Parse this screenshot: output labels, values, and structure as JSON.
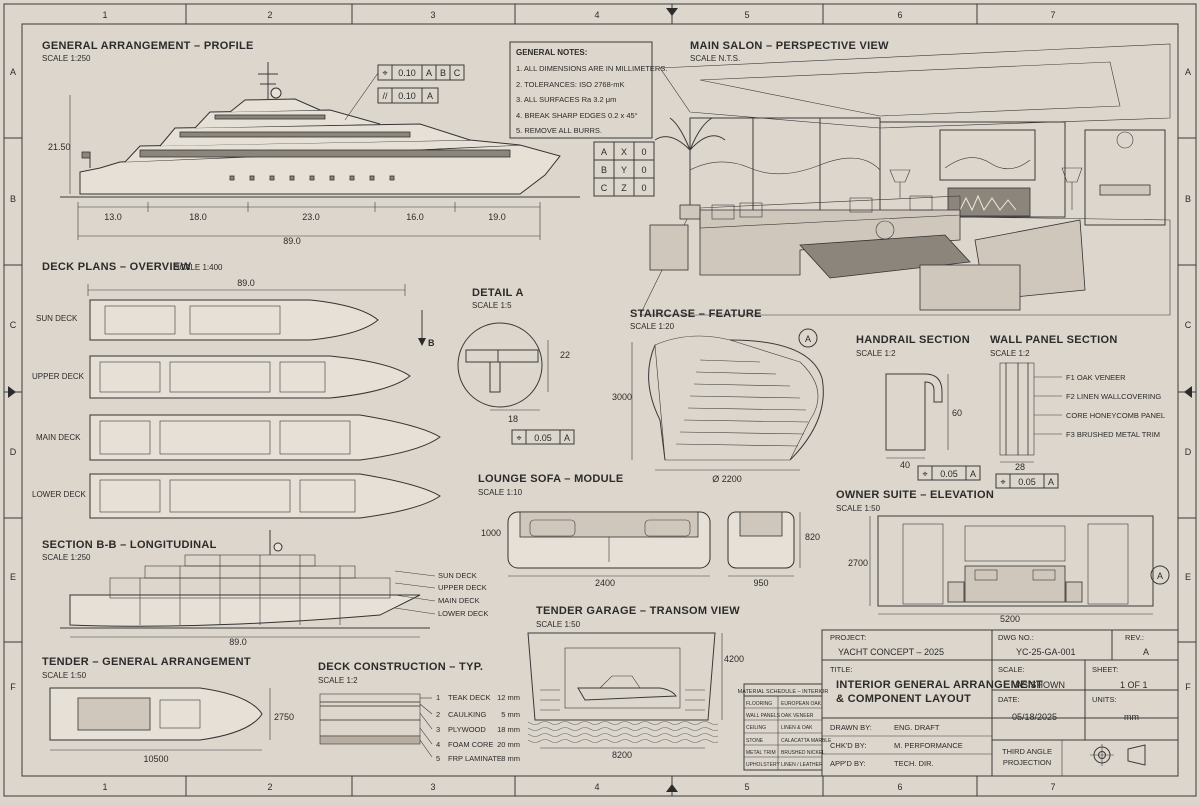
{
  "grid": {
    "columns": [
      "1",
      "2",
      "3",
      "4",
      "5",
      "6",
      "7"
    ],
    "rows": [
      "A",
      "B",
      "C",
      "D",
      "E",
      "F"
    ]
  },
  "profile": {
    "title": "GENERAL ARRANGEMENT – PROFILE",
    "scale": "SCALE 1:250",
    "height_dim": "21.50",
    "segments": [
      "13.0",
      "18.0",
      "23.0",
      "16.0",
      "19.0"
    ],
    "overall": "89.0",
    "gdt1": {
      "symbol": "⌖",
      "value": "0.10",
      "refs": [
        "A",
        "B",
        "C"
      ]
    },
    "gdt2": {
      "symbol": "//",
      "value": "0.10",
      "refs": [
        "A"
      ]
    }
  },
  "notes": {
    "title": "GENERAL NOTES:",
    "items": [
      "1.  ALL DIMENSIONS ARE IN MILLIMETERS.",
      "2.  TOLERANCES: ISO 2768-mK",
      "3.  ALL SURFACES Ra 3.2 μm",
      "4.  BREAK SHARP EDGES 0.2 x 45°",
      "5.  REMOVE ALL BURRS."
    ],
    "table": [
      [
        "A",
        "X",
        "0"
      ],
      [
        "B",
        "Y",
        "0"
      ],
      [
        "C",
        "Z",
        "0"
      ]
    ]
  },
  "salon": {
    "title": "MAIN SALON – PERSPECTIVE VIEW",
    "scale": "SCALE N.T.S."
  },
  "deck_plans": {
    "title": "DECK PLANS – OVERVIEW",
    "scale": "SCALE 1:400",
    "overall": "89.0",
    "section_marker": "B",
    "decks": [
      "SUN DECK",
      "UPPER DECK",
      "MAIN DECK",
      "LOWER DECK"
    ]
  },
  "detail_a": {
    "title": "DETAIL A",
    "scale": "SCALE 1:5",
    "dim_v": "22",
    "dim_h": "18",
    "gdt": {
      "value": "0.05",
      "ref": "A"
    }
  },
  "staircase": {
    "title": "STAIRCASE – FEATURE",
    "scale": "SCALE 1:20",
    "height": "3000",
    "diameter": "Ø 2200",
    "callout": "A"
  },
  "handrail": {
    "title": "HANDRAIL SECTION",
    "scale": "SCALE 1:2",
    "dim_v": "60",
    "dim_h": "40",
    "gdt": {
      "value": "0.05",
      "ref": "A"
    }
  },
  "wall_panel": {
    "title": "WALL PANEL SECTION",
    "scale": "SCALE 1:2",
    "layers": [
      "F1   OAK VENEER",
      "F2   LINEN WALLCOVERING",
      "CORE  HONEYCOMB PANEL",
      "F3   BRUSHED METAL TRIM"
    ],
    "thickness": "28",
    "gdt": {
      "value": "0.05",
      "ref": "A"
    }
  },
  "section_bb": {
    "title": "SECTION B-B – LONGITUDINAL",
    "scale": "SCALE 1:250",
    "decks": [
      "SUN DECK",
      "UPPER DECK",
      "MAIN DECK",
      "LOWER DECK"
    ],
    "overall": "89.0"
  },
  "sofa": {
    "title": "LOUNGE SOFA – MODULE",
    "scale": "SCALE 1:10",
    "height": "1000",
    "width": "2400",
    "chair_h": "820",
    "chair_w": "950"
  },
  "owner_suite": {
    "title": "OWNER SUITE – ELEVATION",
    "scale": "SCALE 1:50",
    "height": "2700",
    "width": "5200",
    "callout": "A"
  },
  "tender": {
    "title": "TENDER – GENERAL ARRANGEMENT",
    "scale": "SCALE 1:50",
    "height": "2750",
    "length": "10500"
  },
  "deck_construction": {
    "title": "DECK CONSTRUCTION – TYP.",
    "scale": "SCALE 1:2",
    "layers": [
      {
        "n": "1",
        "name": "TEAK DECK",
        "t": "12 mm"
      },
      {
        "n": "2",
        "name": "CAULKING",
        "t": "5 mm"
      },
      {
        "n": "3",
        "name": "PLYWOOD",
        "t": "18 mm"
      },
      {
        "n": "4",
        "name": "FOAM CORE",
        "t": "20 mm"
      },
      {
        "n": "5",
        "name": "FRP LAMINATE",
        "t": "8 mm"
      }
    ]
  },
  "garage": {
    "title": "TENDER GARAGE – TRANSOM VIEW",
    "scale": "SCALE 1:50",
    "height": "4200",
    "width": "8200"
  },
  "materials": {
    "title": "MATERIAL SCHEDULE – INTERIOR",
    "rows": [
      [
        "FLOORING",
        "EUROPEAN OAK"
      ],
      [
        "WALL PANELS",
        "OAK VENEER"
      ],
      [
        "CEILING",
        "LINEN & OAK"
      ],
      [
        "STONE",
        "CALACATTA MARBLE"
      ],
      [
        "METAL TRIM",
        "BRUSHED NICKEL"
      ],
      [
        "UPHOLSTERY",
        "LINEN / LEATHER"
      ]
    ]
  },
  "title_block": {
    "project_label": "PROJECT:",
    "project": "YACHT CONCEPT – 2025",
    "dwg_label": "DWG NO.:",
    "dwg": "YC-25-GA-001",
    "rev_label": "REV.:",
    "rev": "A",
    "title_label": "TITLE:",
    "title_line1": "INTERIOR GENERAL ARRANGEMENT",
    "title_line2": "& COMPONENT LAYOUT",
    "scale_label": "SCALE:",
    "scale": "AS SHOWN",
    "sheet_label": "SHEET:",
    "sheet": "1 OF 1",
    "drawn_label": "DRAWN BY:",
    "drawn": "ENG. DRAFT",
    "date_label": "DATE:",
    "date": "05/18/2025",
    "units_label": "UNITS:",
    "units": "mm",
    "chk_label": "CHK'D BY:",
    "chk": "M. PERFORMANCE",
    "app_label": "APP'D BY:",
    "app": "TECH. DIR.",
    "projection_line1": "THIRD ANGLE",
    "projection_line2": "PROJECTION"
  }
}
